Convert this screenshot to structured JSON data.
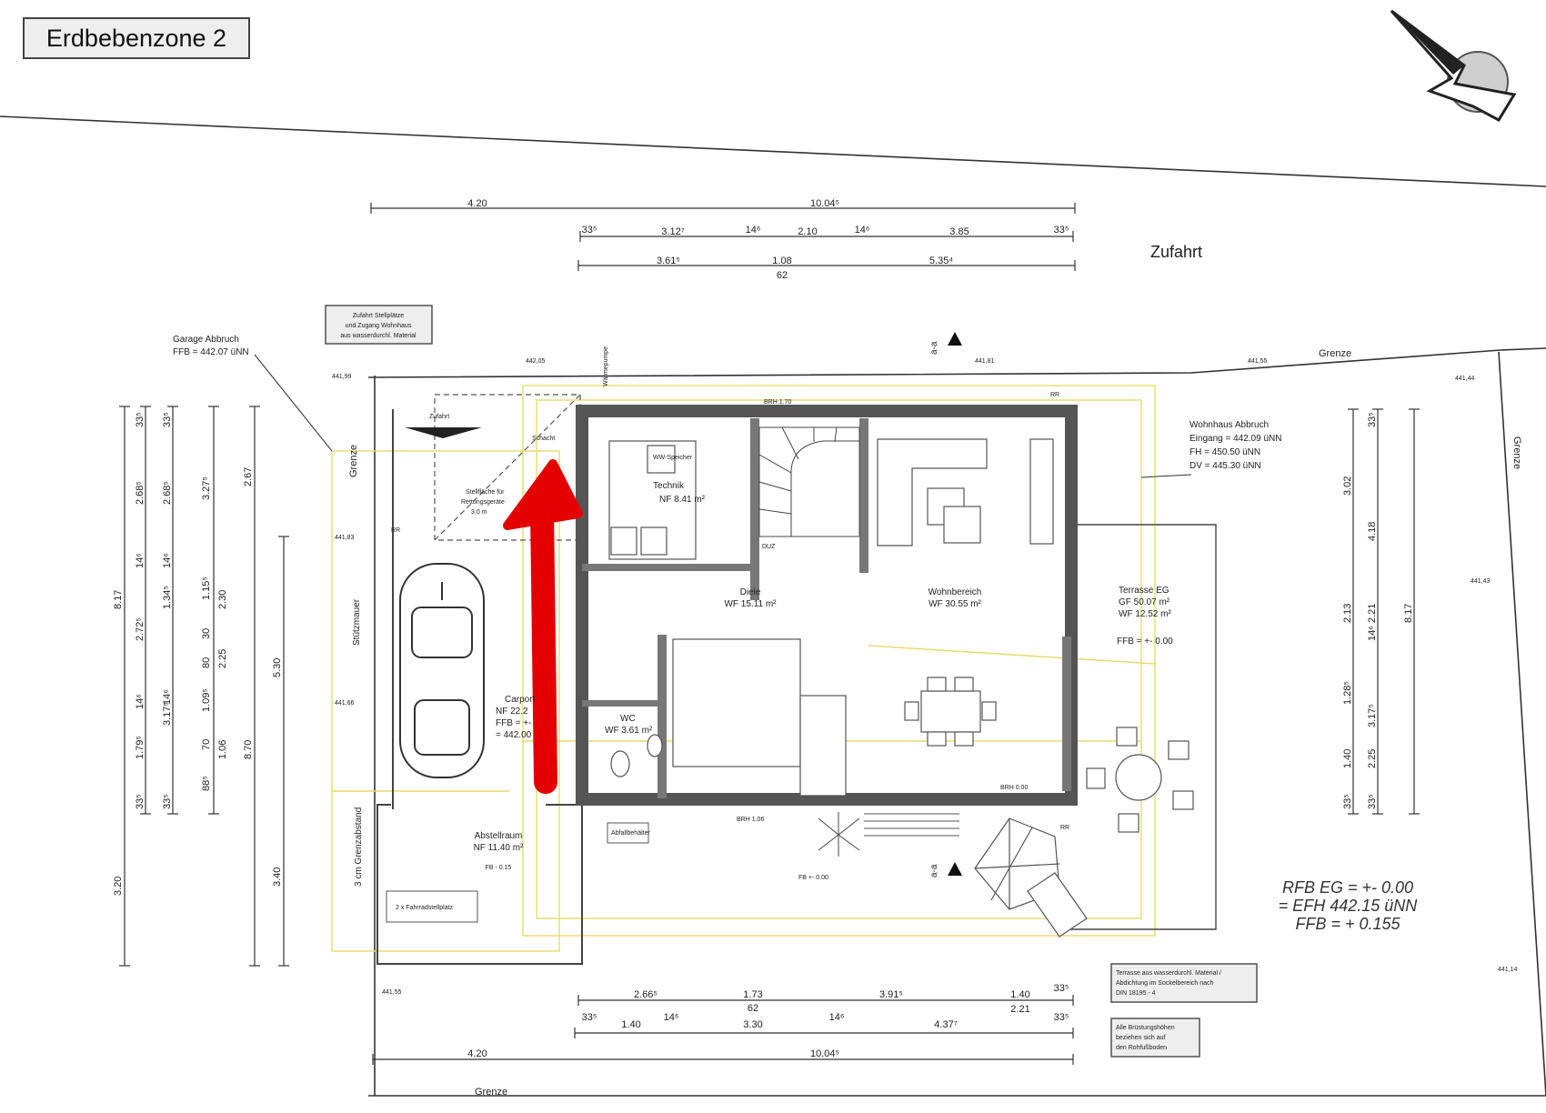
{
  "zone_label": "Erdbebenzone 2",
  "site": {
    "access": "Zufahrt",
    "boundary": "Grenze",
    "boundary_top_right": "Grenze",
    "boundary_bottom": "Grenze",
    "boundary_left": "Grenze",
    "boundary_right": "Grenze",
    "retaining_wall": "Stützmauer",
    "gap_label": "3 cm Grenzabstand"
  },
  "notes": {
    "access_note": [
      "Zufahrt Stellplätze",
      "und Zugang Wohnhaus",
      "aus wasserdurchl. Material"
    ],
    "garage_demolition": [
      "Garage Abbruch",
      "FFB = 442.07 üNN"
    ],
    "house_demolition": [
      "Wohnhaus Abbruch",
      "Eingang = 442.09 üNN",
      "FH = 450.50 üNN",
      "DV = 445.30 üNN"
    ],
    "terrace_note": [
      "Terrasse aus wasserdurchl. Material /",
      "Abdichtung im Sockelbereich nach",
      "DIN 18195 - 4"
    ],
    "parapet_note": [
      "Alle Brüstungshöhen",
      "beziehen sich auf",
      "den Rohfußboden"
    ],
    "rescue_area": [
      "Stellfläche für",
      "Rettungsgeräte",
      "3.0 m"
    ],
    "zufahrt_small": "Zufahrt",
    "schacht": "Schacht",
    "fahrrad": "2 x Fahrradstellplatz",
    "section_label": "a-a",
    "wp": "Wärmepumpe",
    "muell": "Abfallbehälter"
  },
  "rooms": [
    {
      "name": "Technik",
      "area": "NF 8.41 m²"
    },
    {
      "name": "Diele",
      "area": "WF 15.11 m²"
    },
    {
      "name": "Wohnbereich",
      "area": "WF 30.55 m²"
    },
    {
      "name": "WC",
      "area": "WF 3.61 m²"
    },
    {
      "name": "Carport",
      "area": "NF 22.2",
      "ffb": "FFB = +-",
      "level": "= 442.00"
    },
    {
      "name": "Abstellraum",
      "area": "NF 11.40 m²",
      "ffb": "FB - 0.15"
    },
    {
      "name": "Terrasse EG",
      "area": "GF 50.07 m²",
      "area2": "WF 12.52 m²",
      "ffb": "FFB = +- 0.00"
    }
  ],
  "fixtures": {
    "speicher": "WW-Speicher",
    "brh_top": "BRH 1.70",
    "brh_bottom": "BRH 1.06",
    "brh_right": "BRH 0.00",
    "fb": "FB +- 0.00",
    "duz": "DUZ",
    "rr": "RR"
  },
  "levels": {
    "lvl_441_99": "441,99",
    "lvl_442_05": "442,05",
    "lvl_441_81": "441,81",
    "lvl_441_55_top": "441,55",
    "lvl_441_44": "441,44",
    "lvl_441_83": "441,83",
    "lvl_441_66": "441,66",
    "lvl_441_43": "441,43",
    "lvl_441_55_bottom": "441,55",
    "lvl_441_14": "441,14"
  },
  "rfb": [
    "RFB EG = +- 0.00",
    "= EFH 442.15 üNN",
    "FFB = + 0.155"
  ],
  "dims_top": {
    "row1": [
      "4.20",
      "10.04⁵"
    ],
    "row2": [
      "33⁵",
      "3.12⁷",
      "14⁶",
      "2.10",
      "14⁶",
      "3.85",
      "33⁵"
    ],
    "row3": [
      "3.61⁵",
      "1.08",
      "62",
      "5.35⁴"
    ]
  },
  "dims_bottom": {
    "row1": [
      "2.66⁵",
      "1.73",
      "62",
      "3.91⁵",
      "1.40",
      "2.21",
      "33⁵"
    ],
    "row2": [
      "33⁵",
      "1.40",
      "14⁶",
      "3.30",
      "14⁶",
      "4.37⁷",
      "33⁵"
    ],
    "row3": [
      "4.20",
      "10.04⁵"
    ]
  },
  "dims_left": {
    "col1": [
      "8.17",
      "3.20"
    ],
    "col2": [
      "33⁵",
      "2.68⁵",
      "14⁶",
      "2.72⁵",
      "14⁶",
      "1.79⁵",
      "33⁵"
    ],
    "col3": [
      "33⁵",
      "2.68⁵",
      "14⁶",
      "1.34⁵",
      "14⁶",
      "3.17⁵",
      "33⁵"
    ],
    "col4": [
      "3.27⁵",
      "1.15⁵",
      "30",
      "80",
      "1.09⁵",
      "70",
      "88⁵"
    ],
    "col5": [
      "2.30",
      "2.25",
      "1.06"
    ],
    "col6": [
      "2.67",
      "5.30",
      "8.70"
    ],
    "col7": [
      "3.40"
    ]
  },
  "dims_right": {
    "col1": [
      "3.02",
      "2.13",
      "1.28⁵",
      "1.40",
      "33⁵"
    ],
    "col2": [
      "33⁵",
      "4.18",
      "2.21",
      "14⁶",
      "3.17⁵",
      "2.25",
      "33⁵"
    ],
    "col3": [
      "8.17"
    ]
  }
}
